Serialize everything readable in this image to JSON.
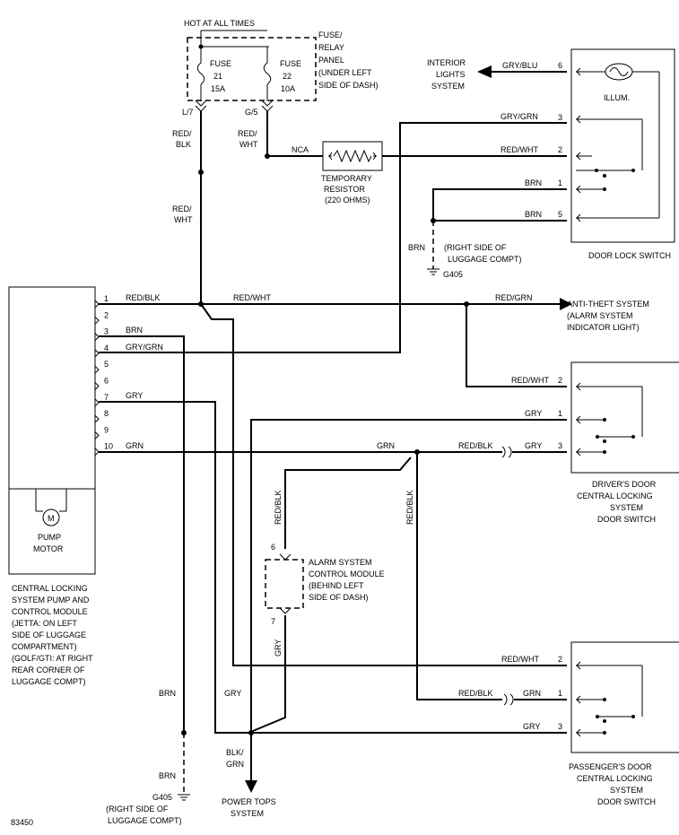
{
  "fuse_panel": {
    "hot_label": "HOT AT ALL TIMES",
    "fuse_a": {
      "name": "FUSE",
      "num": "21",
      "amps": "15A",
      "pin": "L/7"
    },
    "fuse_b": {
      "name": "FUSE",
      "num": "22",
      "amps": "10A",
      "pin": "G/5"
    },
    "panel_label": [
      "FUSE/",
      "RELAY",
      "PANEL",
      "(UNDER LEFT",
      "SIDE OF DASH)"
    ]
  },
  "wires": {
    "red_blk_a": [
      "RED/",
      "BLK"
    ],
    "red_wht_a": [
      "RED/",
      "WHT"
    ],
    "red_wht_b": [
      "RED/",
      "WHT"
    ],
    "nca": "NCA",
    "red_blk_h": "RED/BLK",
    "red_wht_h": "RED/WHT",
    "red_grn_h": "RED/GRN",
    "brn_h": "BRN",
    "gry_grn_h": "GRY/GRN",
    "gry_h": "GRY",
    "grn_h": "GRN",
    "grn_h2": "GRN",
    "red_blk_v1": "RED/BLK",
    "red_blk_v2": "RED/BLK",
    "gry_v": "GRY",
    "brn_lower": "BRN",
    "gry_lower": "GRY",
    "brn_lower2": "BRN",
    "blk_grn": [
      "BLK/",
      "GRN"
    ]
  },
  "resistor": {
    "label": [
      "TEMPORARY",
      "RESISTOR",
      "(220 OHMS)"
    ]
  },
  "interior": {
    "label": [
      "INTERIOR",
      "LIGHTS",
      "SYSTEM"
    ],
    "wire": "GRY/BLU",
    "pin": "6"
  },
  "door_lock_switch": {
    "label": "DOOR LOCK SWITCH",
    "illum": "ILLUM.",
    "rows": [
      {
        "wire": "GRY/GRN",
        "pin": "3"
      },
      {
        "wire": "RED/WHT",
        "pin": "2"
      },
      {
        "wire": "BRN",
        "pin": "1"
      },
      {
        "wire": "BRN",
        "pin": "5"
      }
    ]
  },
  "ground_top": {
    "wire": "BRN",
    "note": [
      "(RIGHT SIDE OF",
      "LUGGAGE COMPT)"
    ],
    "id": "G405"
  },
  "anti_theft": {
    "label": [
      "ANTI-THEFT SYSTEM",
      "(ALARM SYSTEM",
      "INDICATOR LIGHT)"
    ]
  },
  "drivers_switch": {
    "label": [
      "DRIVER'S DOOR",
      "CENTRAL LOCKING",
      "SYSTEM",
      "DOOR SWITCH"
    ],
    "rows": [
      {
        "wire": "RED/WHT",
        "pin": "2"
      },
      {
        "wire": "GRY",
        "pin": "1"
      },
      {
        "wire": "GRY",
        "pin": "3"
      }
    ]
  },
  "passengers_switch": {
    "label": [
      "PASSENGER'S DOOR",
      "CENTRAL LOCKING",
      "SYSTEM",
      "DOOR SWITCH"
    ],
    "rows": [
      {
        "wire": "RED/WHT",
        "pin": "2"
      },
      {
        "wire": "GRN",
        "pin": "1"
      },
      {
        "wire": "GRY",
        "pin": "3"
      }
    ]
  },
  "module": {
    "pins": [
      "1",
      "2",
      "3",
      "4",
      "5",
      "6",
      "7",
      "8",
      "9",
      "10"
    ],
    "motor_symbol": "M",
    "motor_label": [
      "PUMP",
      "MOTOR"
    ],
    "desc": [
      "CENTRAL LOCKING",
      "SYSTEM PUMP AND",
      "CONTROL MODULE",
      "(JETTA: ON LEFT",
      "SIDE OF LUGGAGE",
      "COMPARTMENT)",
      "(GOLF/GTI: AT RIGHT",
      "REAR CORNER OF",
      "LUGGAGE COMPT)"
    ]
  },
  "alarm": {
    "pin_top": "6",
    "pin_bottom": "7",
    "label": [
      "ALARM SYSTEM",
      "CONTROL MODULE",
      "(BEHIND LEFT",
      "SIDE OF DASH)"
    ]
  },
  "ground_bottom": {
    "id": "G405",
    "note": [
      "(RIGHT SIDE OF",
      "LUGGAGE COMPT)"
    ]
  },
  "power_tops": {
    "label": [
      "POWER TOPS",
      "SYSTEM"
    ]
  },
  "figure_id": "83450"
}
